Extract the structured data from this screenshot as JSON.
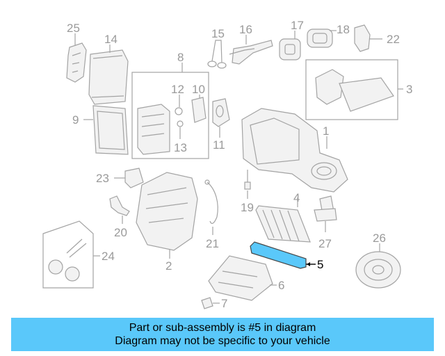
{
  "callouts": {
    "c1": "1",
    "c2": "2",
    "c3": "3",
    "c4": "4",
    "c5": "5",
    "c6": "6",
    "c7": "7",
    "c8": "8",
    "c9": "9",
    "c10": "10",
    "c11": "11",
    "c12": "12",
    "c13": "13",
    "c14": "14",
    "c15": "15",
    "c16": "16",
    "c17": "17",
    "c18": "18",
    "c19": "19",
    "c20": "20",
    "c21": "21",
    "c22": "22",
    "c23": "23",
    "c24": "24",
    "c25": "25",
    "c26": "26",
    "c27": "27"
  },
  "highlight": {
    "part": "5",
    "color": "#5ac8fa"
  },
  "banner": {
    "line1": "Part or sub-assembly is #5 in diagram",
    "line2": "Diagram may not be specific to your vehicle",
    "color": "#5ac8fa"
  }
}
